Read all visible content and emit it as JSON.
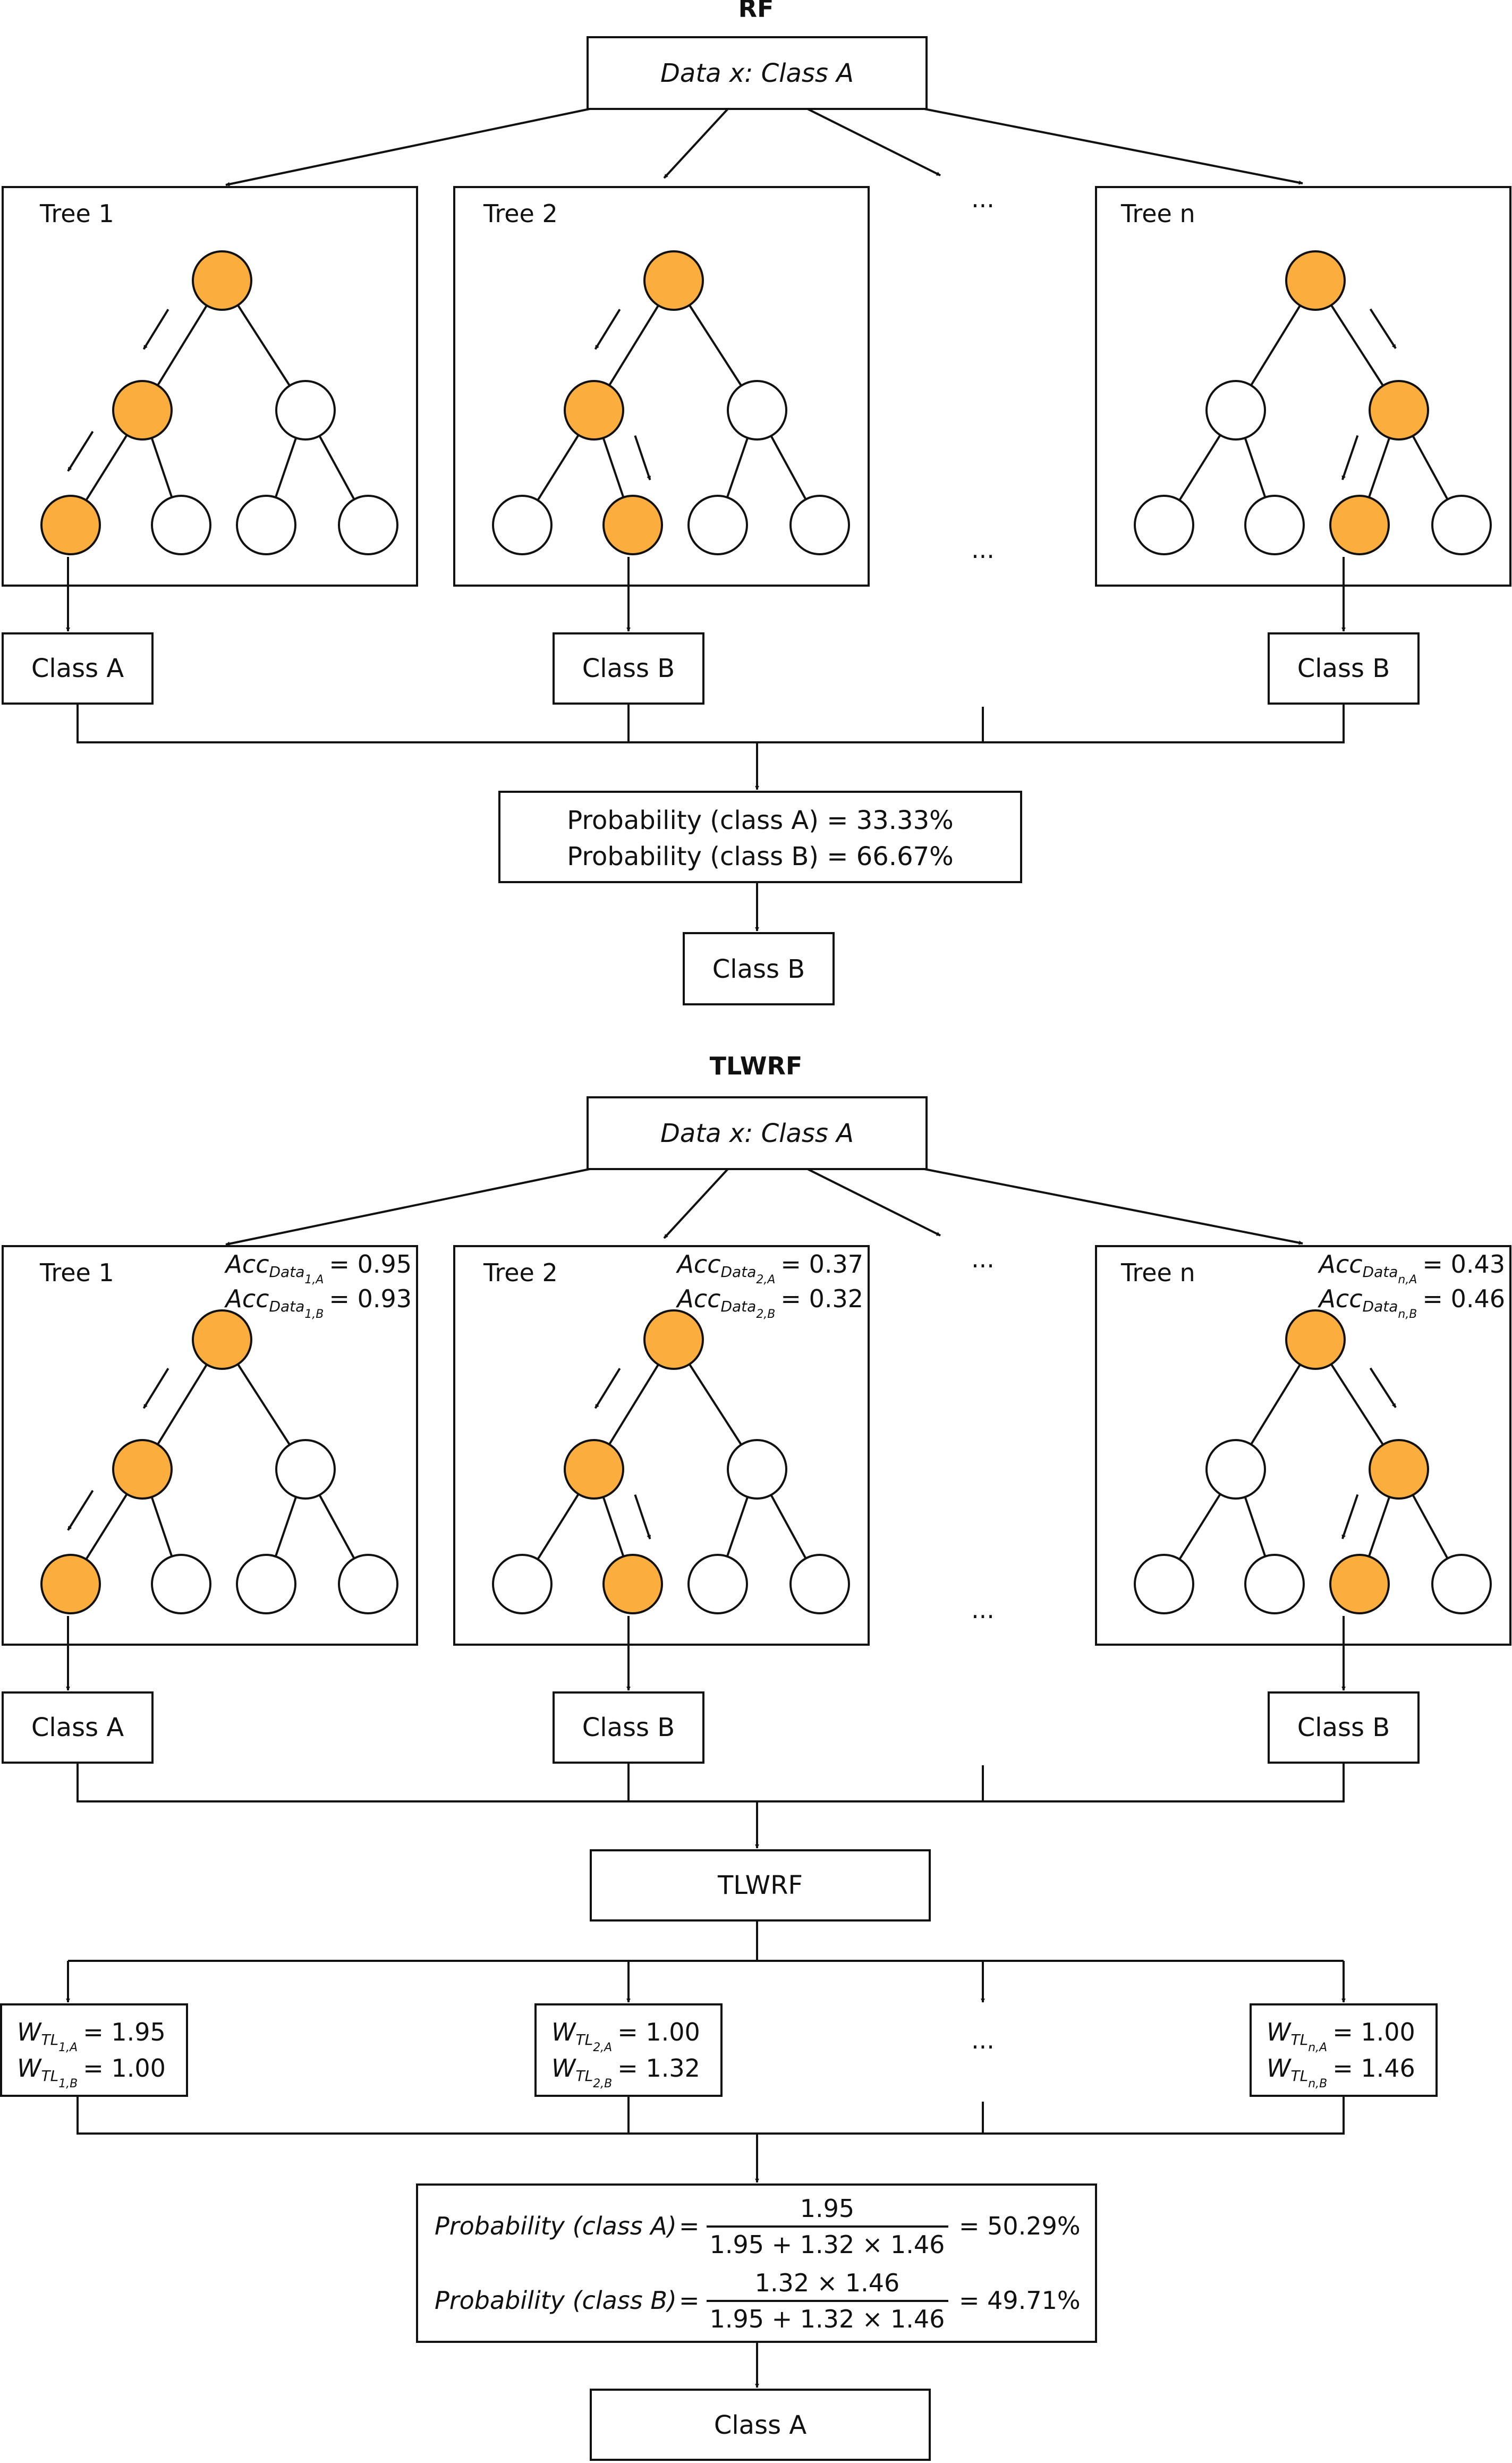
{
  "colors": {
    "active": "#FBAE3E",
    "inactive": "#FFFFFF",
    "line": "#111111"
  },
  "rf": {
    "title": "RF",
    "data_label": "Data x: Class A",
    "ellipsis": "...",
    "trees": [
      {
        "name": "Tree 1",
        "result": "Class A"
      },
      {
        "name": "Tree 2",
        "result": "Class B"
      },
      {
        "name": "Tree n",
        "result": "Class B"
      }
    ],
    "prob_a": "Probability (class A) = 33.33%",
    "prob_b": "Probability (class B) = 66.67%",
    "final": "Class B"
  },
  "tlwrf": {
    "title": "TLWRF",
    "data_label": "Data x: Class A",
    "ellipsis": "...",
    "trees": [
      {
        "name": "Tree 1",
        "result": "Class A",
        "acc": [
          {
            "base": "Acc",
            "sub": "Data",
            "sub2": "1,A",
            "value": "= 0.95"
          },
          {
            "base": "Acc",
            "sub": "Data",
            "sub2": "1,B",
            "value": "= 0.93"
          }
        ],
        "weights": [
          {
            "base": "W",
            "sub": "TL",
            "sub2": "1,A",
            "value": "= 1.95"
          },
          {
            "base": "W",
            "sub": "TL",
            "sub2": "1,B",
            "value": "= 1.00"
          }
        ]
      },
      {
        "name": "Tree 2",
        "result": "Class B",
        "acc": [
          {
            "base": "Acc",
            "sub": "Data",
            "sub2": "2,A",
            "value": "= 0.37"
          },
          {
            "base": "Acc",
            "sub": "Data",
            "sub2": "2,B",
            "value": "= 0.32"
          }
        ],
        "weights": [
          {
            "base": "W",
            "sub": "TL",
            "sub2": "2,A",
            "value": "= 1.00"
          },
          {
            "base": "W",
            "sub": "TL",
            "sub2": "2,B",
            "value": "= 1.32"
          }
        ]
      },
      {
        "name": "Tree n",
        "result": "Class B",
        "acc": [
          {
            "base": "Acc",
            "sub": "Data",
            "sub2": "n,A",
            "value": "= 0.43"
          },
          {
            "base": "Acc",
            "sub": "Data",
            "sub2": "n,B",
            "value": "= 0.46"
          }
        ],
        "weights": [
          {
            "base": "W",
            "sub": "TL",
            "sub2": "n,A",
            "value": "= 1.00"
          },
          {
            "base": "W",
            "sub": "TL",
            "sub2": "n,B",
            "value": "= 1.46"
          }
        ]
      }
    ],
    "aggregator": "TLWRF",
    "prob_a": {
      "label": "Probability (class A)",
      "eq": "=",
      "num": "1.95",
      "den": "1.95 + 1.32 × 1.46",
      "result": "= 50.29%"
    },
    "prob_b": {
      "label": "Probability (class B)",
      "eq": "=",
      "num": "1.32 × 1.46",
      "den": "1.95 + 1.32 × 1.46",
      "result": "= 49.71%"
    },
    "final": "Class A"
  }
}
